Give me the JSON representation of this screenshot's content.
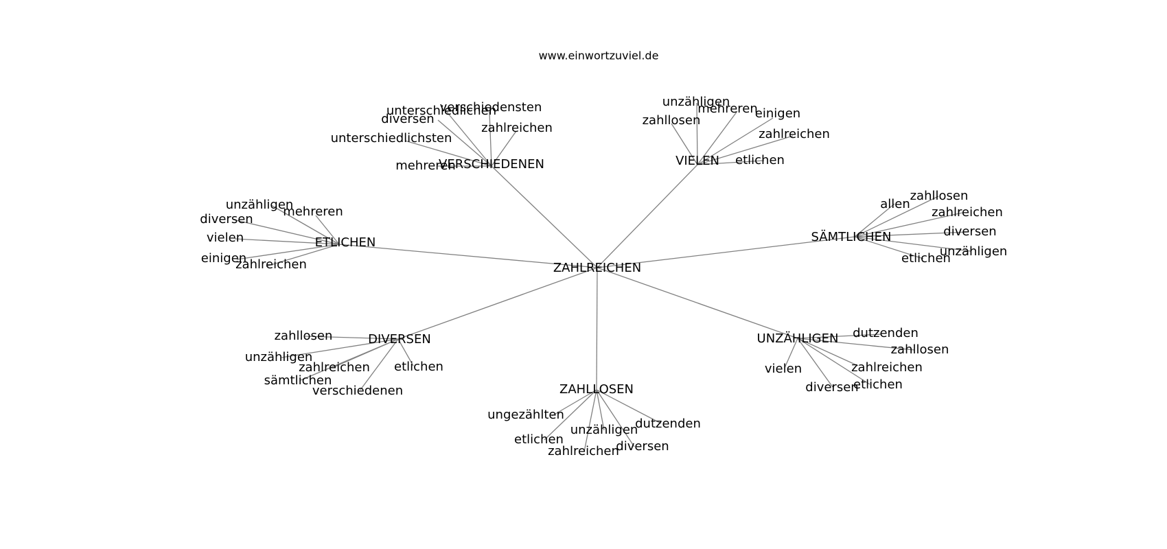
{
  "header": {
    "site": "www.einwortzuviel.de"
  },
  "graph": {
    "root": "ZAHLREICHEN",
    "hubs": [
      {
        "label": "VERSCHIEDENEN",
        "leaves": [
          "verschiedensten",
          "unterschiedlichen",
          "diversen",
          "zahlreichen",
          "unterschiedlichsten",
          "mehreren"
        ]
      },
      {
        "label": "VIELEN",
        "leaves": [
          "unzähligen",
          "mehreren",
          "einigen",
          "zahllosen",
          "zahlreichen",
          "etlichen"
        ]
      },
      {
        "label": "ETLICHEN",
        "leaves": [
          "unzähligen",
          "mehreren",
          "diversen",
          "vielen",
          "einigen",
          "zahlreichen"
        ]
      },
      {
        "label": "SÄMTLICHEN",
        "leaves": [
          "zahllosen",
          "allen",
          "zahlreichen",
          "diversen",
          "unzähligen",
          "etlichen"
        ]
      },
      {
        "label": "DIVERSEN",
        "leaves": [
          "zahllosen",
          "unzähligen",
          "zahlreichen",
          "etlichen",
          "sämtlichen",
          "verschiedenen"
        ]
      },
      {
        "label": "UNZÄHLIGEN",
        "leaves": [
          "dutzenden",
          "zahllosen",
          "zahlreichen",
          "vielen",
          "diversen",
          "etlichen"
        ]
      },
      {
        "label": "ZAHLLOSEN",
        "leaves": [
          "ungezählten",
          "dutzenden",
          "unzähligen",
          "etlichen",
          "diversen",
          "zahlreichen"
        ]
      }
    ]
  }
}
